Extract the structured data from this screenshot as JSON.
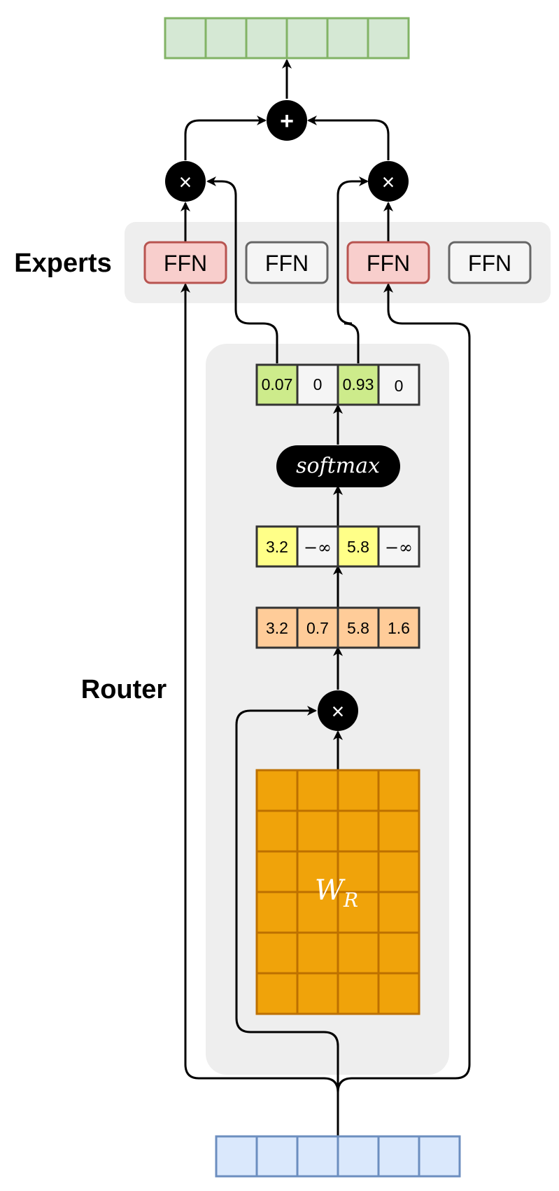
{
  "labels": {
    "experts": "Experts",
    "router": "Router"
  },
  "experts": [
    {
      "label": "FFN",
      "active": true
    },
    {
      "label": "FFN",
      "active": false
    },
    {
      "label": "FFN",
      "active": true
    },
    {
      "label": "FFN",
      "active": false
    }
  ],
  "operators": {
    "plus": "+",
    "multiply": "×"
  },
  "softmax_label": "softmax",
  "weight_matrix": {
    "label": "W",
    "subscript": "R"
  },
  "logits": [
    "3.2",
    "0.7",
    "5.8",
    "1.6"
  ],
  "masked_logits": [
    "3.2",
    "−∞",
    "5.8",
    "−∞"
  ],
  "gate_probs": [
    "0.07",
    "0",
    "0.93",
    "0"
  ],
  "colors": {
    "input_fill": "#dae8fc",
    "input_stroke": "#6c8ebf",
    "output_fill": "#d5e8d4",
    "output_stroke": "#82b366",
    "panel": "#eeeeee",
    "ffn_active_fill": "#f8cecc",
    "ffn_active_stroke": "#b85450",
    "ffn_idle_fill": "#f5f5f5",
    "ffn_idle_stroke": "#666666",
    "logit_fill": "#ffcc99",
    "topk_fill": "#ffff88",
    "prob_fill": "#cdeb8b",
    "matrix_fill": "#f0a30a",
    "matrix_stroke": "#bd7000"
  }
}
